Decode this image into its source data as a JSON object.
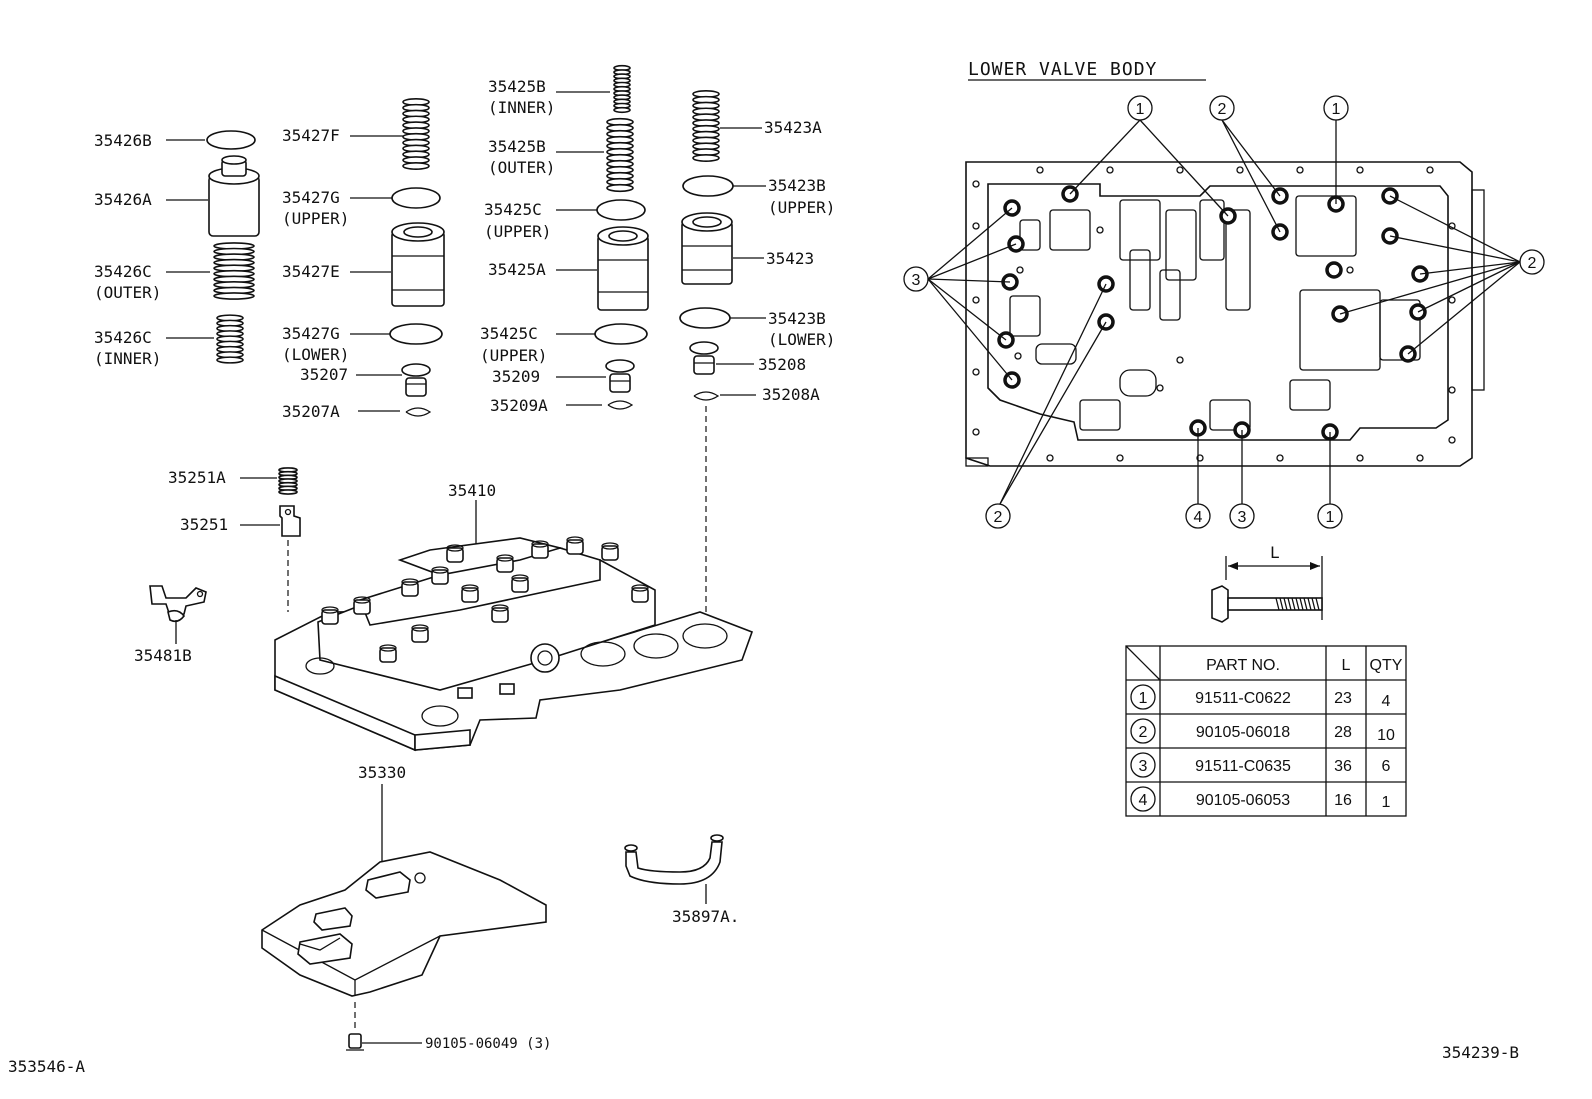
{
  "labels": {
    "p35426B": "35426B",
    "p35426A": "35426A",
    "p35426C_outer": "35426C",
    "outer1": "(OUTER)",
    "p35426C_inner": "35426C",
    "inner1": "(INNER)",
    "p35427F": "35427F",
    "p35427G_upper": "35427G",
    "upper1": "(UPPER)",
    "p35427E": "35427E",
    "p35427G_lower": "35427G",
    "lower1": "(LOWER)",
    "p35207": "35207",
    "p35207A": "35207A",
    "p35425B_inner": "35425B",
    "inner2": "(INNER)",
    "p35425B_outer": "35425B",
    "outer2": "(OUTER)",
    "p35425C_upper": "35425C",
    "upper2": "(UPPER)",
    "p35425A": "35425A",
    "p35425C_upper2": "35425C",
    "upper3": "(UPPER)",
    "p35209": "35209",
    "p35209A": "35209A",
    "p35423A": "35423A",
    "p35423B_upper": "35423B",
    "upper4": "(UPPER)",
    "p35423": "35423",
    "p35423B_lower": "35423B",
    "lower2": "(LOWER)",
    "p35208": "35208",
    "p35208A": "35208A",
    "p35251A": "35251A",
    "p35251": "35251",
    "p35410": "35410",
    "p35481B": "35481B",
    "p35330": "35330",
    "p35897A": "35897A.",
    "bolt": "90105-06049 (3)",
    "ref_left": "353546-A",
    "ref_right": "354239-B"
  },
  "lower_valve_body": {
    "title": "LOWER  VALVE  BODY",
    "length_label": "L",
    "callouts": {
      "top": [
        "1",
        "2",
        "1"
      ],
      "left": "3",
      "right": "2",
      "bottom": [
        "2",
        "4",
        "3",
        "1"
      ]
    }
  },
  "table": {
    "headers": [
      "PART NO.",
      "L",
      "QTY"
    ],
    "rows": [
      {
        "key": "1",
        "part": "91511-C0622",
        "l": "23",
        "qty": "4"
      },
      {
        "key": "2",
        "part": "90105-06018",
        "l": "28",
        "qty": "10"
      },
      {
        "key": "3",
        "part": "91511-C0635",
        "l": "36",
        "qty": "6"
      },
      {
        "key": "4",
        "part": "90105-06053",
        "l": "16",
        "qty": "1"
      }
    ]
  }
}
